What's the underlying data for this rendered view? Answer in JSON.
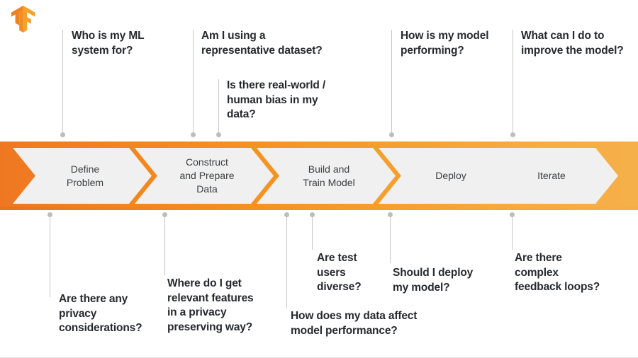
{
  "logo": {
    "name": "tensorflow-logo",
    "color_light": "#f6a22a",
    "color_dark": "#ee8124",
    "color_mid": "#f59526"
  },
  "theme": {
    "band_start": "#ef7722",
    "band_end": "#f6b04a",
    "chevron_fill": "#f0f0f0",
    "text_dark": "#26292e",
    "step_text": "#3c4043",
    "connector": "#c6c6c6",
    "dot": "#bdbdbd"
  },
  "pipeline": {
    "name": "ml-lifecycle-band",
    "steps": [
      {
        "id": "define-problem",
        "label": "Define\nProblem"
      },
      {
        "id": "construct-prepare-data",
        "label": "Construct\nand Prepare\nData"
      },
      {
        "id": "build-train-model",
        "label": "Build and\nTrain Model"
      },
      {
        "id": "deploy",
        "label": "Deploy"
      },
      {
        "id": "iterate",
        "label": "Iterate"
      }
    ]
  },
  "questions_above": [
    {
      "id": "who-is-my-ml-system-for",
      "text": "Who is my ML\nsystem for?"
    },
    {
      "id": "am-i-using-representative-dataset",
      "text": "Am I using a\nrepresentative dataset?"
    },
    {
      "id": "real-world-human-bias",
      "text": "Is there real-world /\nhuman bias in my\ndata?"
    },
    {
      "id": "how-is-my-model-performing",
      "text": "How is my model\nperforming?"
    },
    {
      "id": "what-can-i-do-to-improve",
      "text": "What can I do to\nimprove the model?"
    }
  ],
  "questions_below": [
    {
      "id": "privacy-considerations",
      "text": "Are there any\nprivacy\nconsiderations?"
    },
    {
      "id": "relevant-features-privacy",
      "text": "Where do I get\nrelevant features\nin a privacy\npreserving way?"
    },
    {
      "id": "data-affect-model-performance",
      "text": "How does my data affect\nmodel performance?"
    },
    {
      "id": "are-test-users-diverse",
      "text": "Are test\nusers\ndiverse?"
    },
    {
      "id": "should-i-deploy-my-model",
      "text": "Should I deploy\nmy model?"
    },
    {
      "id": "complex-feedback-loops",
      "text": "Are there\ncomplex\nfeedback loops?"
    }
  ]
}
